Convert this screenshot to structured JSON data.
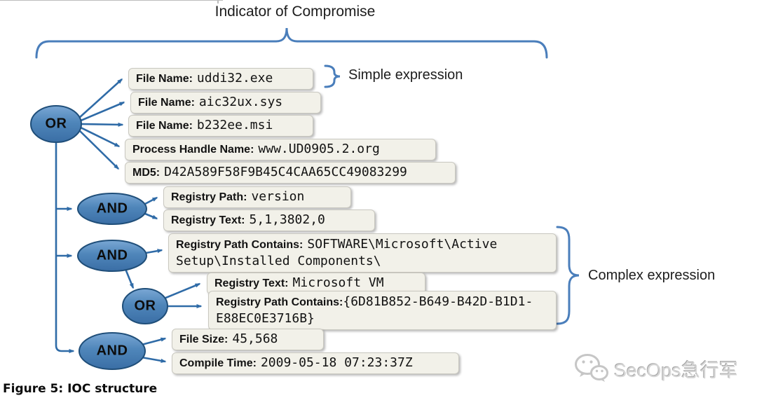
{
  "title": "Indicator of Compromise",
  "labels": {
    "simple_expression": "Simple expression",
    "complex_expression": "Complex expression"
  },
  "caption": "Figure 5: IOC structure",
  "watermark": {
    "name": "SecOps急行军",
    "icon": "wechat-icon"
  },
  "nodes": [
    {
      "id": "or-root",
      "label": "OR"
    },
    {
      "id": "and-1",
      "label": "AND"
    },
    {
      "id": "and-2",
      "label": "AND"
    },
    {
      "id": "or-nested",
      "label": "OR"
    },
    {
      "id": "and-3",
      "label": "AND"
    }
  ],
  "boxes": [
    {
      "label": "File Name:",
      "value": "uddi32.exe"
    },
    {
      "label": "File Name:",
      "value": "aic32ux.sys"
    },
    {
      "label": "File Name:",
      "value": "b232ee.msi"
    },
    {
      "label": "Process Handle Name:",
      "value": "www.UD0905.2.org"
    },
    {
      "label": "MD5:",
      "value": "D42A589F58F9B45C4CAA65CC49083299"
    },
    {
      "label": "Registry Path:",
      "value": "version"
    },
    {
      "label": "Registry Text:",
      "value": "5,1,3802,0"
    },
    {
      "label": "Registry Path Contains:",
      "value": "SOFTWARE\\Microsoft\\Active Setup\\Installed Components\\"
    },
    {
      "label": "Registry Text:",
      "value": "Microsoft VM"
    },
    {
      "label": "Registry Path Contains:",
      "value": "{6D81B852-B649-B42D-B1D1-E88EC0E3716B}"
    },
    {
      "label": "File Size:",
      "value": "45,568"
    },
    {
      "label": "Compile Time:",
      "value": "2009-05-18 07:23:37Z"
    }
  ],
  "colors": {
    "node_fill": "#4f86ba",
    "node_fill_light": "#7aa7d4",
    "node_border": "#1f4e79",
    "connector": "#2f6ba7",
    "brace": "#4a7ebb",
    "box_bg": "#f2f1e9",
    "box_border": "#c9c8c0"
  }
}
